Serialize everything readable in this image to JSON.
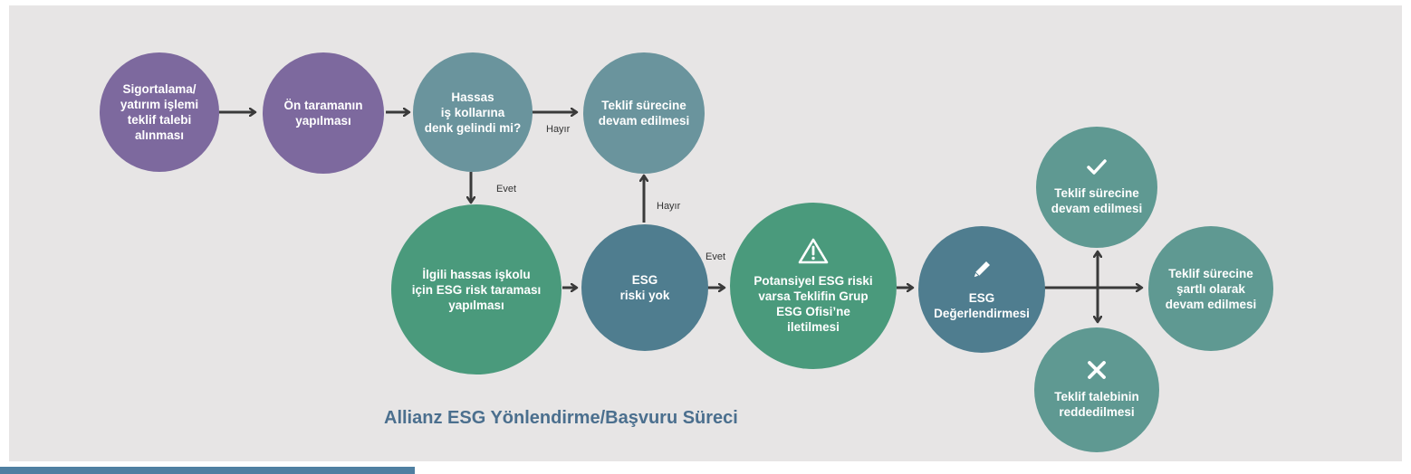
{
  "nodes": {
    "quote_request": "Sigortalama/\nyatırım işlemi\nteklif talebi\nalınması",
    "prescreening": "Ön taramanın\nyapılması",
    "sensitive_check": "Hassas\niş kollarına\ndenk gelindi mi?",
    "continue_top": "Teklif sürecine\ndevam edilmesi",
    "esg_risk_screening": "İlgili hassas işkolu\niçin ESG risk taraması\nyapılması",
    "no_esg_risk": "ESG\nriski yok",
    "forward_to_office": "Potansiyel ESG riski\nvarsa Teklifin Grup\nESG Ofisi’ne\niletilmesi",
    "esg_assessment": "ESG\nDeğerlendirmesi",
    "continue_approved": "Teklif sürecine\ndevam edilmesi",
    "continue_conditional": "Teklif sürecine\nşartlı olarak\ndevam edilmesi",
    "rejected": "Teklif talebinin\nreddedilmesi"
  },
  "edge_labels": {
    "sensitive_no": "Hayır",
    "sensitive_yes": "Evet",
    "risk_none_no": "Hayır",
    "risk_yes": "Evet"
  },
  "icons": {
    "forward_to_office": "warning-icon",
    "esg_assessment": "pencil-icon",
    "continue_approved": "checkmark-icon",
    "rejected": "cross-icon"
  },
  "title": "Allianz ESG Yönlendirme/Başvuru Süreci",
  "colors": {
    "purple": "#7d699e",
    "slate": "#6a949d",
    "teal": "#5f9992",
    "green": "#4a9a7c",
    "blue": "#4f7d8f",
    "arrow": "#3a3a3a",
    "title": "#4b6f8e",
    "background": "#e7e5e5"
  }
}
